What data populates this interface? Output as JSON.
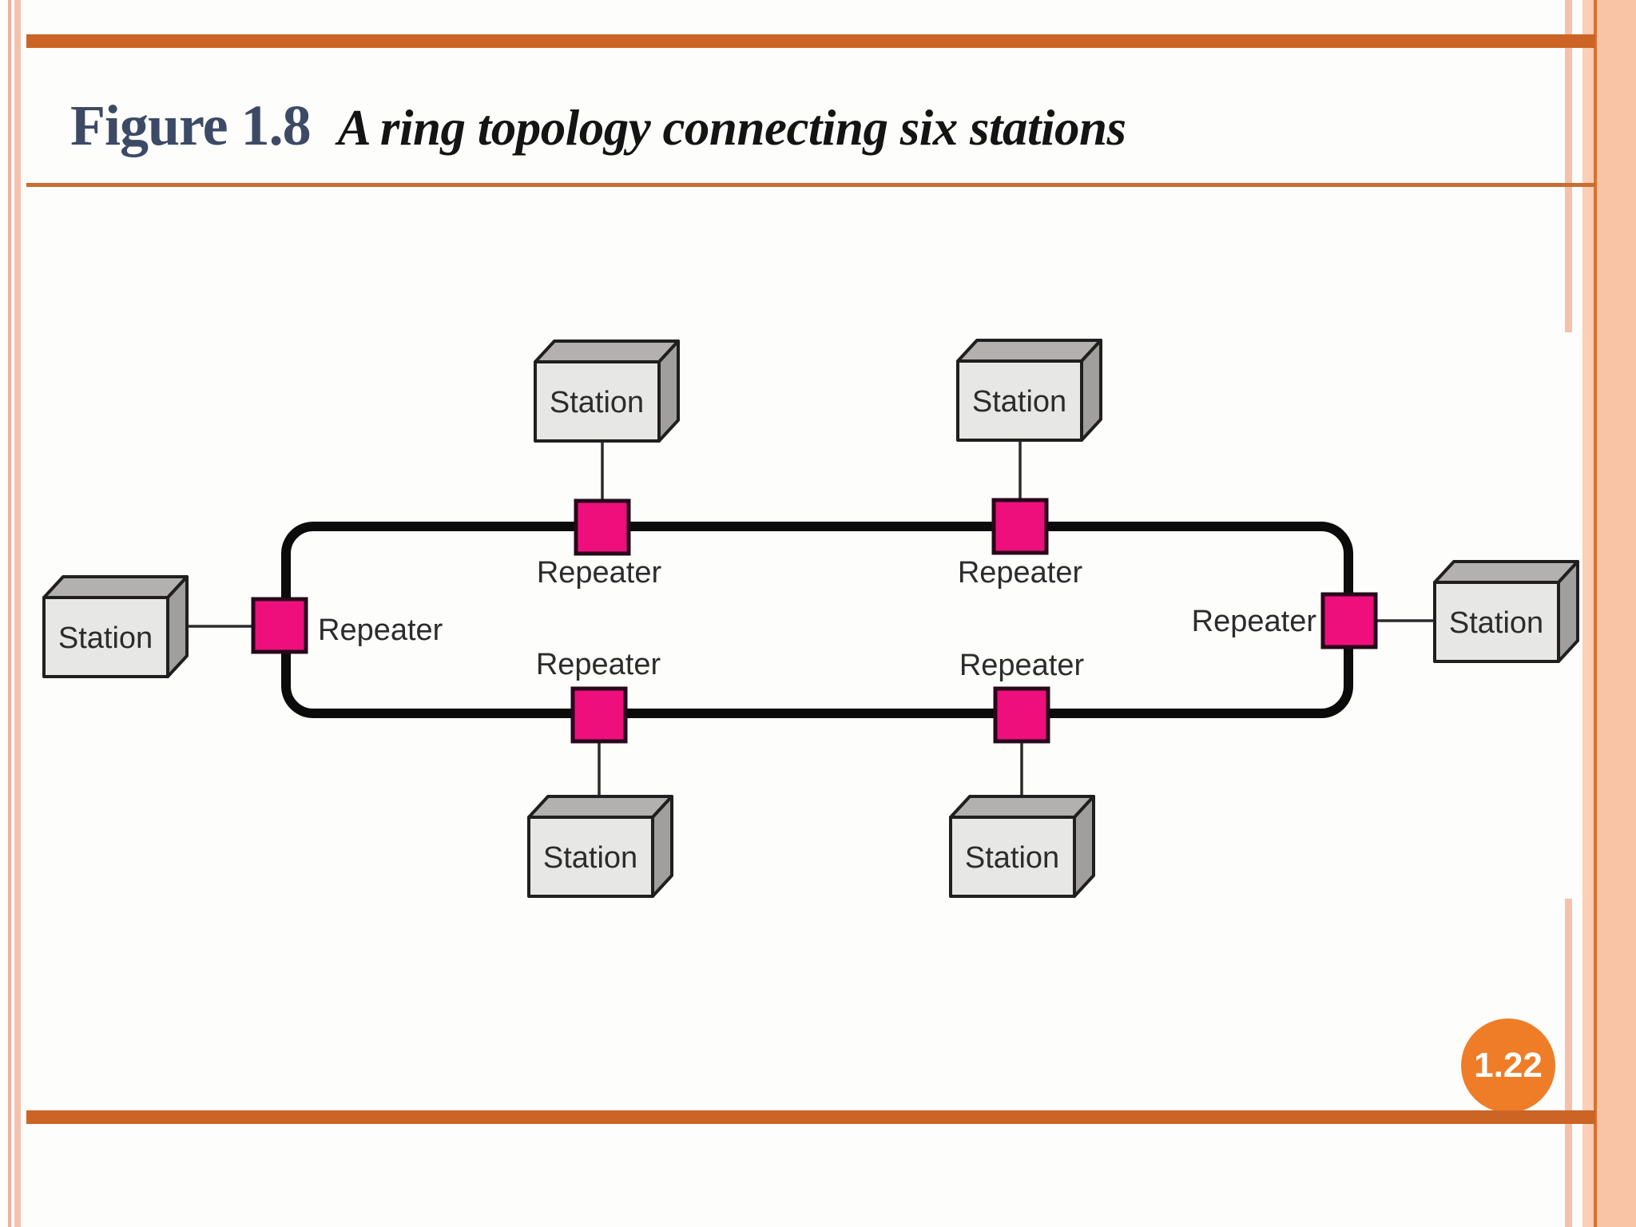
{
  "slide": {
    "title": {
      "figure_label": "Figure 1.8",
      "caption": "A ring topology connecting six stations"
    },
    "page_badge": "1.22"
  },
  "diagram": {
    "type": "ring-topology",
    "stations": [
      {
        "position": "left",
        "label": "Station"
      },
      {
        "position": "top-left",
        "label": "Station"
      },
      {
        "position": "top-right",
        "label": "Station"
      },
      {
        "position": "right",
        "label": "Station"
      },
      {
        "position": "bottom-left",
        "label": "Station"
      },
      {
        "position": "bottom-right",
        "label": "Station"
      }
    ],
    "repeaters": [
      {
        "position": "left",
        "label": "Repeater"
      },
      {
        "position": "top-left",
        "label": "Repeater"
      },
      {
        "position": "top-right",
        "label": "Repeater"
      },
      {
        "position": "right",
        "label": "Repeater"
      },
      {
        "position": "bottom-left",
        "label": "Repeater"
      },
      {
        "position": "bottom-right",
        "label": "Repeater"
      }
    ],
    "colors": {
      "repeater_fill": "#ee0f7c",
      "repeater_border": "#26091a",
      "ring_stroke": "#0b0b0b",
      "station_front": "#e7e7e5",
      "station_top": "#b2b1af",
      "station_side": "#a19f9d",
      "label_text": "#2c2c2c"
    }
  },
  "theme": {
    "accent_bar": "#cb6424",
    "title_divider": "#c96e30",
    "badge_fill": "#ef7d28",
    "badge_text": "#ffffff",
    "edge_band": "#f9c3a6",
    "edge_band_line": "#dc6f2e",
    "edge_stripe": "#f6c1ab",
    "title_label_color": "#3c4a66",
    "title_caption_color": "#141414"
  }
}
